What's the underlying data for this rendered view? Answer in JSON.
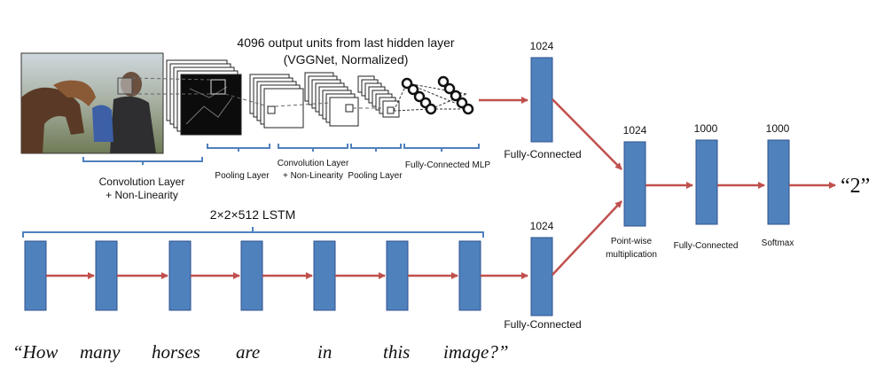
{
  "colors": {
    "box_fill": "#4f81bd",
    "box_stroke": "#2f528f",
    "arrow": "#c0504d",
    "bracket": "#4f81bd"
  },
  "cnn": {
    "header_line1": "4096 output  units from last hidden layer",
    "header_line2": "(VGGNet, Normalized)",
    "conv_label_1": "Convolution Layer",
    "conv_label_2": "+ Non-Linearity",
    "pool_label_1": "Pooling Layer",
    "conv2_label_1": "Convolution Layer",
    "conv2_label_2": "+ Non-Linearity",
    "pool_label_2": "Pooling  Layer",
    "mlp_label": "Fully-Connected MLP",
    "image_icon": "photo-of-people-and-horses"
  },
  "image_branch": {
    "units": "1024",
    "label": "Fully-Connected"
  },
  "question_branch": {
    "lstm_label": "2×2×512 LSTM",
    "units": "1024",
    "label": "Fully-Connected"
  },
  "fusion": {
    "units": "1024",
    "label_1": "Point-wise",
    "label_2": "multiplication"
  },
  "classifier": {
    "fc_units": "1000",
    "fc_label": "Fully-Connected",
    "softmax_units": "1000",
    "softmax_label": "Softmax"
  },
  "answer": "“2”",
  "question_words": [
    "“How",
    "many",
    "horses",
    "are",
    "in",
    "this",
    "image?”"
  ]
}
